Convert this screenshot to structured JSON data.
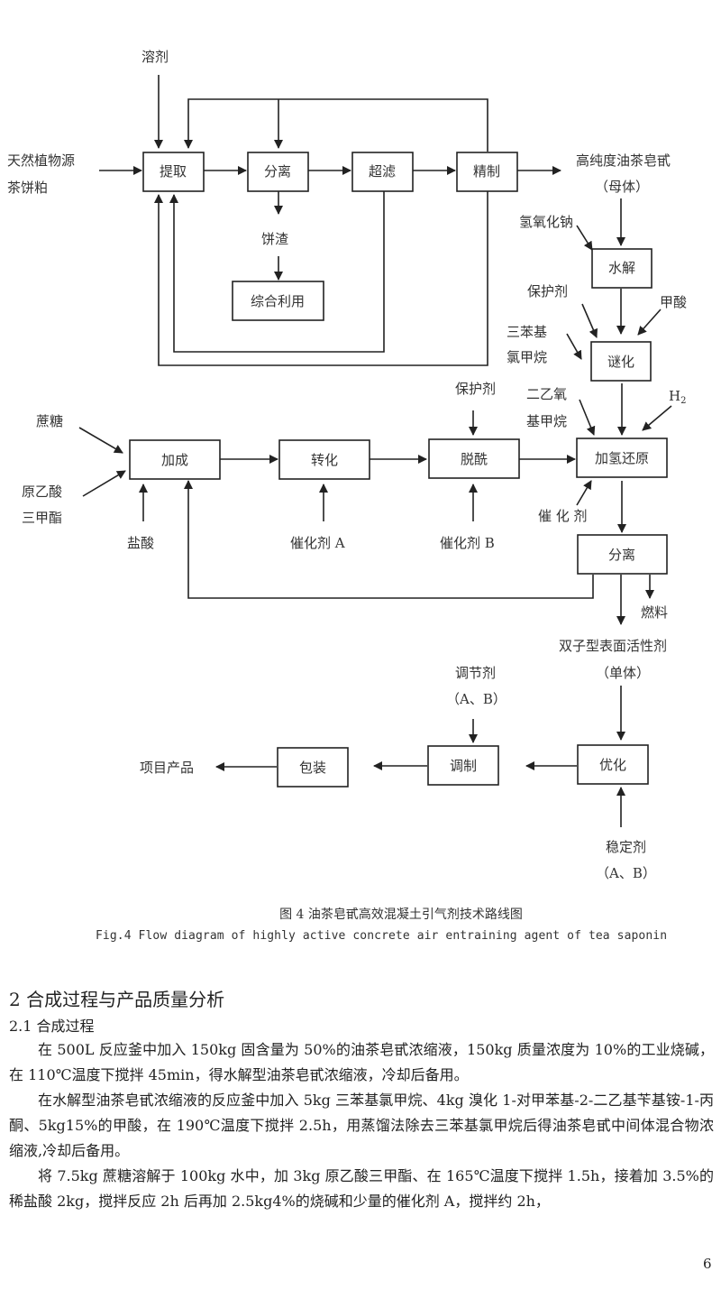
{
  "figure": {
    "inputs": {
      "solvent": "溶剂",
      "raw_material_line1": "天然植物源",
      "raw_material_line2": "茶饼粕",
      "sodium_hydroxide": "氢氧化钠",
      "protectant_1": "保护剂",
      "formic_acid": "甲酸",
      "trityl_chloride_line1": "三苯基",
      "trityl_chloride_line2": "氯甲烷",
      "diethoxymethane_line1": "二乙氧",
      "diethoxymethane_line2": "基甲烷",
      "hydrogen": "H",
      "hydrogen_sub": "2",
      "sucrose": "蔗糖",
      "trimethyl_orthoacetate_line1": "原乙酸",
      "trimethyl_orthoacetate_line2": "三甲酯",
      "hydrochloric_acid": "盐酸",
      "catalyst_a": "催化剂 A",
      "catalyst_b": "催化剂 B",
      "protectant_2": "保护剂",
      "catalyst": "催 化 剂",
      "regulator_line1": "调节剂",
      "regulator_line2": "（A、B）",
      "stabilizer_line1": "稳定剂",
      "stabilizer_line2": "（A、B）"
    },
    "outputs": {
      "cake_residue": "饼渣",
      "high_purity_line1": "高纯度油茶皂甙",
      "high_purity_line2": "（母体）",
      "fuel": "燃料",
      "gemini_surfactant_line1": "双子型表面活性剂",
      "gemini_surfactant_line2": "（单体）",
      "product": "项目产品"
    },
    "process_steps": {
      "extraction": "提取",
      "separation_1": "分离",
      "ultrafiltration": "超滤",
      "refining": "精制",
      "comprehensive_use": "综合利用",
      "hydrolysis": "水解",
      "etherification": "谜化",
      "hydrogenation_reduction": "加氢还原",
      "addition": "加成",
      "conversion": "转化",
      "deacylation": "脱酰",
      "separation_2": "分离",
      "optimization": "优化",
      "blending": "调制",
      "packaging": "包装"
    },
    "caption_cn": "图 4 油茶皂甙高效混凝土引气剂技术路线图",
    "caption_en": "Fig.4 Flow diagram of highly active concrete air entraining agent of tea saponin"
  },
  "section": {
    "title": "2 合成过程与产品质量分析",
    "subsection_title": "2.1 合成过程",
    "paragraphs": [
      "在 500L 反应釜中加入 150kg 固含量为 50%的油茶皂甙浓缩液，150kg 质量浓度为 10%的工业烧碱，在 110℃温度下搅拌 45min，得水解型油茶皂甙浓缩液，冷却后备用。",
      "在水解型油茶皂甙浓缩液的反应釜中加入 5kg 三苯基氯甲烷、4kg 溴化 1-对甲苯基-2-二乙基苄基铵-1-丙酮、5kg15%的甲酸，在 190℃温度下搅拌 2.5h，用蒸馏法除去三苯基氯甲烷后得油茶皂甙中间体混合物浓缩液,冷却后备用。",
      "将 7.5kg 蔗糖溶解于 100kg 水中，加 3kg 原乙酸三甲酯、在 165℃温度下搅拌 1.5h，接着加 3.5%的稀盐酸 2kg，搅拌反应 2h 后再加 2.5kg4%的烧碱和少量的催化剂 A，搅拌约 2h，"
    ]
  },
  "page_number": "6"
}
